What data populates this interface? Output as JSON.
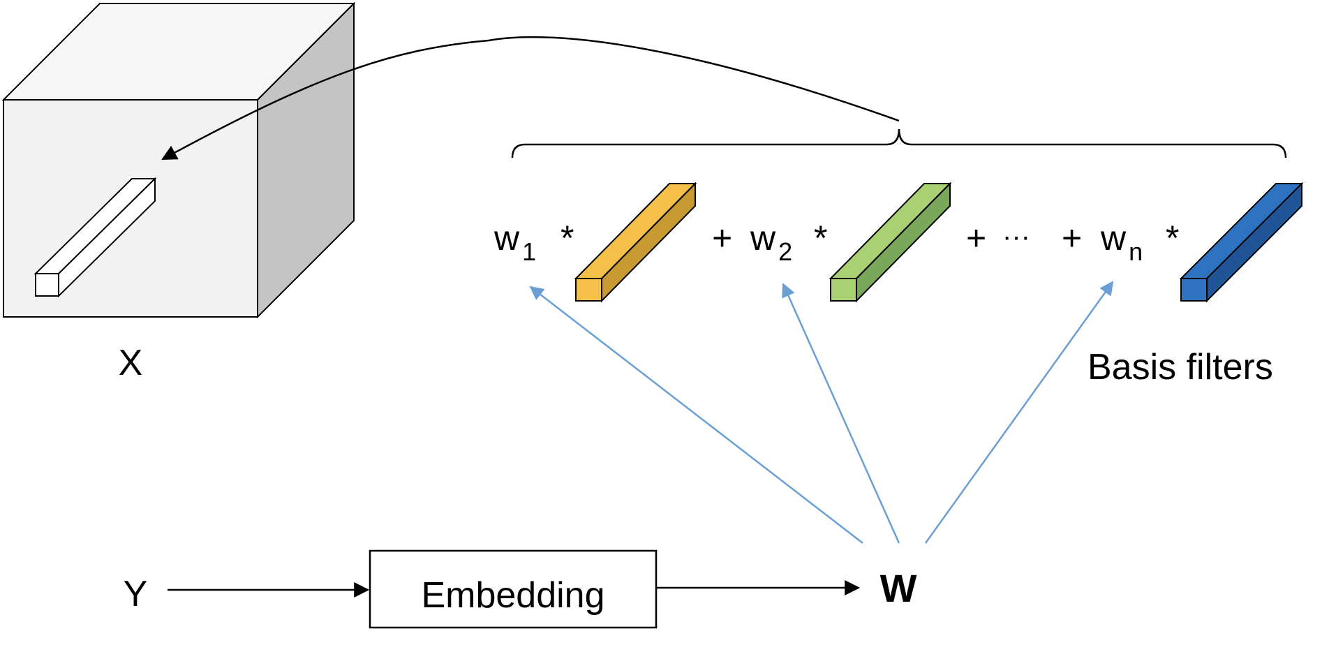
{
  "labels": {
    "x": "X",
    "y": "Y",
    "embedding": "Embedding",
    "w_bold": "W",
    "basis_filters": "Basis filters",
    "w_letter": "w",
    "sub_1": "1",
    "sub_2": "2",
    "sub_n": "n",
    "op_star": "*",
    "op_plus": "+",
    "op_ellipsis": "···"
  },
  "colors": {
    "filter_1_front": "#f4c04a",
    "filter_1_side": "#c89a32",
    "filter_2_front": "#a9d174",
    "filter_2_side": "#7aa85a",
    "filter_n_front": "#2e73c0",
    "filter_n_side": "#1f5596",
    "arrow_blue": "#6a9fd4",
    "cube_front": "#f2f2f2",
    "cube_side": "#c4c4c4"
  },
  "icons": {
    "filter_bar": "3d-bar-icon",
    "cube": "3d-cube-icon"
  }
}
